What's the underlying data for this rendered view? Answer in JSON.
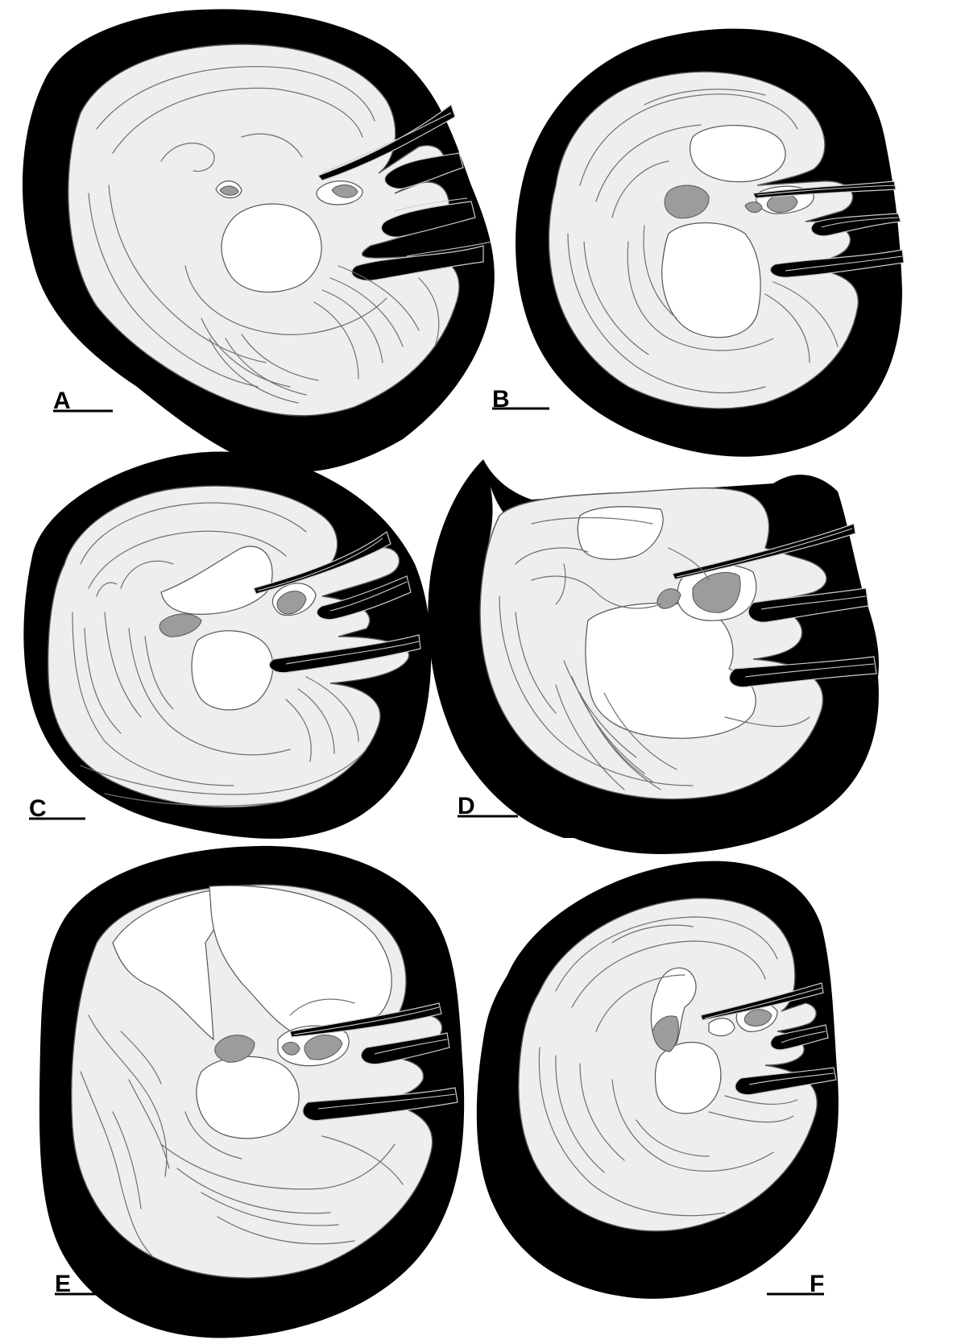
{
  "figure": {
    "panels": [
      {
        "id": "A",
        "label": "A"
      },
      {
        "id": "B",
        "label": "B"
      },
      {
        "id": "C",
        "label": "C"
      },
      {
        "id": "D",
        "label": "D"
      },
      {
        "id": "E",
        "label": "E"
      },
      {
        "id": "F",
        "label": "F"
      }
    ]
  },
  "colors": {
    "outer_sheath": "#000000",
    "section_fill": "#eeeeee",
    "growth_lines": "#6f6f6f",
    "cavity": "#ffffff",
    "dense_tissue": "#9c9c9c"
  }
}
